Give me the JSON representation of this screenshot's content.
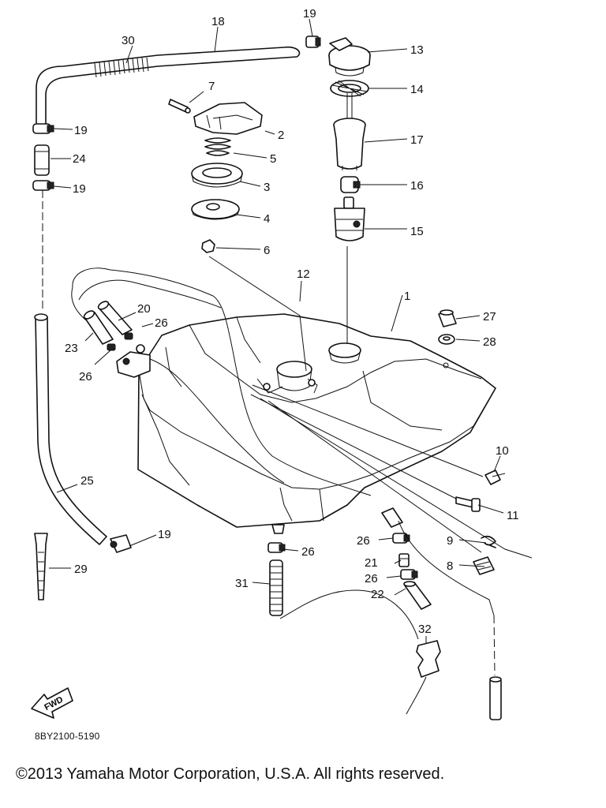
{
  "diagram": {
    "code": "8BY2100-5190",
    "copyright": "©2013 Yamaha Motor Corporation, U.S.A. All rights reserved.",
    "fwd_label": "FWD",
    "callouts": {
      "c1": "1",
      "c2": "2",
      "c3": "3",
      "c4": "4",
      "c5": "5",
      "c6": "6",
      "c7": "7",
      "c8": "8",
      "c9": "9",
      "c10": "10",
      "c11": "11",
      "c12": "12",
      "c13": "13",
      "c14": "14",
      "c15": "15",
      "c16": "16",
      "c17": "17",
      "c18": "18",
      "c19a": "19",
      "c19b": "19",
      "c19c": "19",
      "c19d": "19",
      "c20": "20",
      "c21": "21",
      "c22": "22",
      "c23": "23",
      "c24": "24",
      "c25": "25",
      "c26a": "26",
      "c26b": "26",
      "c26c": "26",
      "c26d": "26",
      "c26e": "26",
      "c27": "27",
      "c28": "28",
      "c29": "29",
      "c30": "30",
      "c31": "31",
      "c32": "32"
    }
  }
}
